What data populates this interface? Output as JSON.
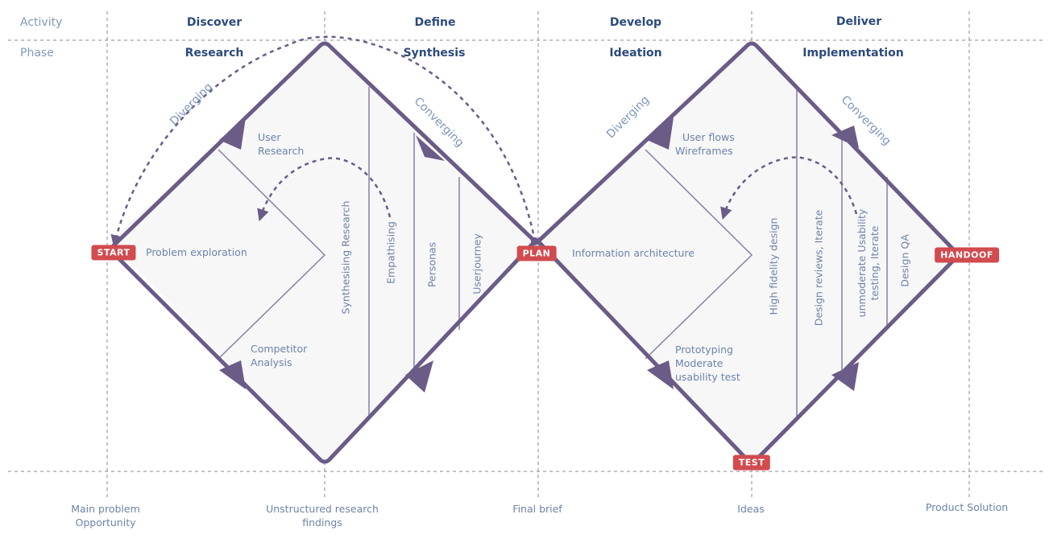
{
  "labels": {
    "activity": "Activity",
    "phase": "Phase"
  },
  "columns": [
    {
      "activity": "Discover",
      "phase": "Research"
    },
    {
      "activity": "Define",
      "phase": "Synthesis"
    },
    {
      "activity": "Develop",
      "phase": "Ideation"
    },
    {
      "activity": "Deliver",
      "phase": "Implementation"
    }
  ],
  "badges": {
    "start": "START",
    "plan": "PLAN",
    "test": "TEST",
    "handoff": "HANDOOF"
  },
  "directions": {
    "d1_diverging": "Diverging",
    "d1_converging": "Converging",
    "d2_diverging": "Diverging",
    "d2_converging": "Converging"
  },
  "discover": {
    "user_research": [
      "User",
      "Research"
    ],
    "problem_exploration": "Problem exploration",
    "competitor_analysis": [
      "Competitor",
      "Analysis"
    ]
  },
  "define_items": [
    "Synthesising Research",
    "Empathising",
    "Personas",
    "Userjourney"
  ],
  "develop": {
    "user_flows": [
      "User flows",
      "Wireframes"
    ],
    "information_architecture": "Information architecture",
    "prototyping": [
      "Prototyping",
      "Moderate",
      "usability test"
    ]
  },
  "deliver_items": [
    "High fidelity design",
    "Design reviews, Iterate",
    [
      "unmoderate Usability",
      "testing, Iterate"
    ],
    "Design QA"
  ],
  "bottom_labels": [
    [
      "Main problem",
      "Opportunity"
    ],
    [
      "Unstructured research",
      "findings"
    ],
    [
      "Final brief"
    ],
    [
      "Ideas"
    ],
    [
      "Product Solution"
    ]
  ],
  "colors": {
    "diamond": "#6b5b87",
    "badge": "#d14b4f",
    "header": "#2c4a7c",
    "text": "#6c83a8",
    "grid": "#888888"
  }
}
